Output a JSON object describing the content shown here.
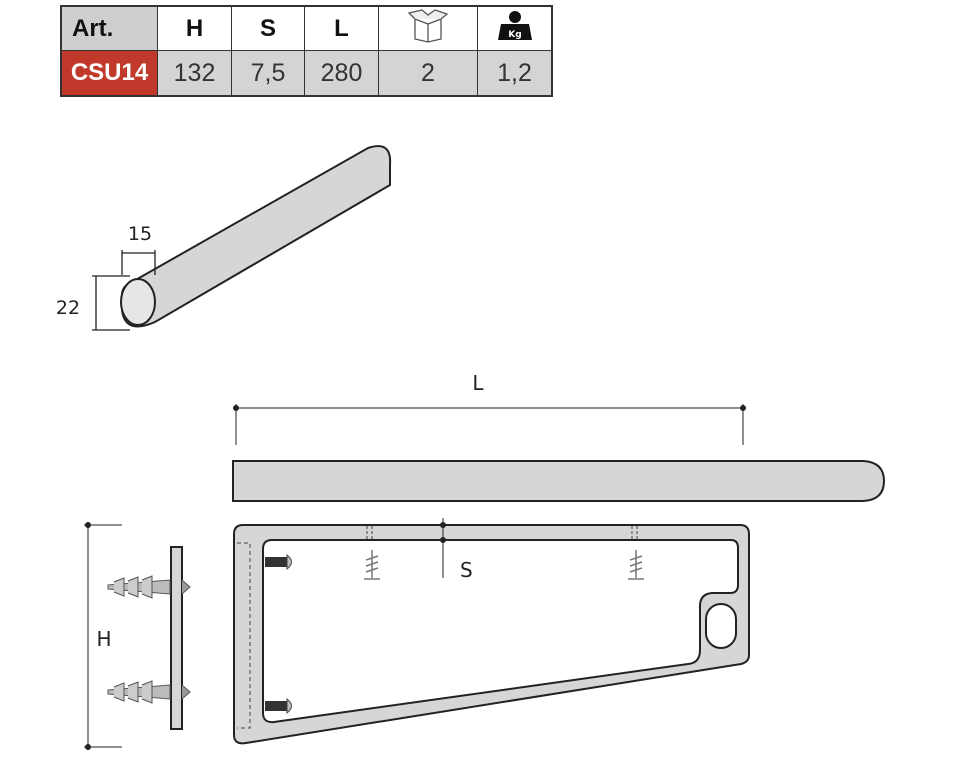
{
  "table": {
    "headers": {
      "art": "Art.",
      "h": "H",
      "s": "S",
      "l": "L",
      "box_icon": "box-icon",
      "weight_icon": "weight-kg-icon",
      "weight_label": "Kg"
    },
    "row": {
      "code": "CSU14",
      "h": "132",
      "s": "7,5",
      "l": "280",
      "qty": "2",
      "weight": "1,2"
    }
  },
  "tube": {
    "width_dim": "15",
    "height_dim": "22"
  },
  "drawing": {
    "length_label": "L",
    "thickness_label": "S",
    "height_label": "H"
  },
  "colors": {
    "code_bg": "#c0392b",
    "part_fill": "#d6d6d6",
    "header_bg": "#cfcfcf"
  }
}
